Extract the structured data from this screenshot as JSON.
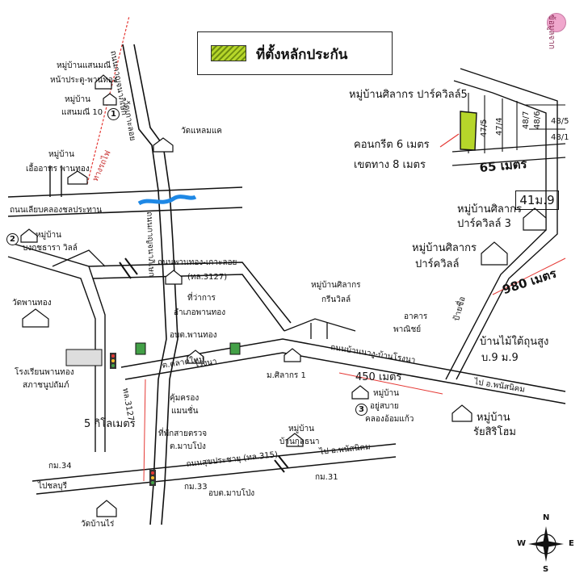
{
  "legend": {
    "label": "ที่ตั้งหลักประกัน",
    "swatch_color": "#a8c82a"
  },
  "corner_tab": "ข้อมูลจาก",
  "compass": {
    "n": "N",
    "s": "S",
    "e": "E",
    "w": "W"
  },
  "badge": "41ม.9",
  "roads": {
    "railway": "ทางรถไฟ",
    "kanchanaphisek": "ถนนกาญจนาภิเษก",
    "to_ko_loi": "-วัดเกาะลอย",
    "lelab_canal": "ถนนเลียบคลองชลประทาน",
    "kanchana_south": "ถนนกาญจนาภิเษก",
    "panthong_koloi": "ถนนพานทอง-เกาะลอย",
    "tl3127a": "(ทล.3127)",
    "ban_nang": "ถนนบ้านนางู-บ้านโรงนา",
    "tl3127b": "ทล.3127",
    "sukhaprachayu": "ถนนสุขประชายุ (ทล.315)",
    "to_phanat": "ไป อ.พนัสนิคม",
    "to_phanat2": "ไป อ.พนัสนิคม",
    "to_chonburi": "ไปชลบุรี",
    "km34": "กม.34",
    "km33": "กม.33",
    "km31": "กม.31",
    "concrete": "คอนกรีต 6 เมตร",
    "row": "เขตทาง 8 เมตร",
    "d65": "65 เมตร",
    "d980": "980 เมตร",
    "d450": "450 เมตร",
    "d5km": "5 กิโลเมตร",
    "market": "ต.ตลาดใหม่",
    "rongna": "โรงนา"
  },
  "places": {
    "saenmanee": [
      "หมู่บ้านแสนมณี",
      "หน้าประตู-พานทอง"
    ],
    "saenmanee10": [
      "หมู่บ้าน",
      "แสนมณี 10"
    ],
    "wat_haem": "วัดแหลมแค",
    "uea_arthon": [
      "หมู่บ้าน",
      "เอื้ออาทร พานทอง"
    ],
    "bongkot": [
      "หมู่บ้าน",
      "บงกชธารา วิลล์"
    ],
    "wat_panthong": "วัดพานทอง",
    "district_office": [
      "ที่ว่าการ",
      "อำเภอพานทอง"
    ],
    "school": [
      "โรงเรียนพานทอง",
      "สภาชนูปถัมภ์"
    ],
    "obt": "อบต.พานทอง",
    "kumkrong": [
      "คุ้มครอง",
      "แมนชั่น"
    ],
    "police": [
      "ที่พักสายตรวจ",
      "ต.มาบโป่ง"
    ],
    "obt_maboeng": "อบต.มาบโป่ง",
    "wat_banrai": "วัดบ้านไร่",
    "silakorn_green": [
      "หมู่บ้านศิลากร",
      "กรีนวิลล์"
    ],
    "m_silakorn1": "ม.ศิลากร 1",
    "park5": "หมู่บ้านศิลากร ปาร์ควิลล์5",
    "park3": [
      "หมู่บ้านศิลากร",
      "ปาร์ควิลล์ 3"
    ],
    "park": [
      "หมู่บ้านศิลากร",
      "ปาร์ควิลล์"
    ],
    "commercial": [
      "อาคาร",
      "พาณิชย์"
    ],
    "ban_mai": [
      "บ้านไม้ใต้ถุนสูง",
      "บ.9 ม.9"
    ],
    "ban_mai_sign": "ป้ายชื่อ",
    "kasemsun": [
      "หมู่บ้าน",
      "อยู่สบาย",
      "คลองอ้อมแก้ว"
    ],
    "kunthana": [
      "หมู่บ้าน",
      "บ้านกุลธนา"
    ],
    "rasiri": [
      "หมู่บ้าน",
      "รัยสิริโฮม"
    ]
  },
  "plots": {
    "p1": "47/5",
    "p2": "47/4",
    "p3": "48/6",
    "p4": "48/7",
    "p5": "48/5",
    "p6": "48/1"
  },
  "markers": {
    "m1": "1",
    "m2": "2",
    "m3": "3"
  }
}
